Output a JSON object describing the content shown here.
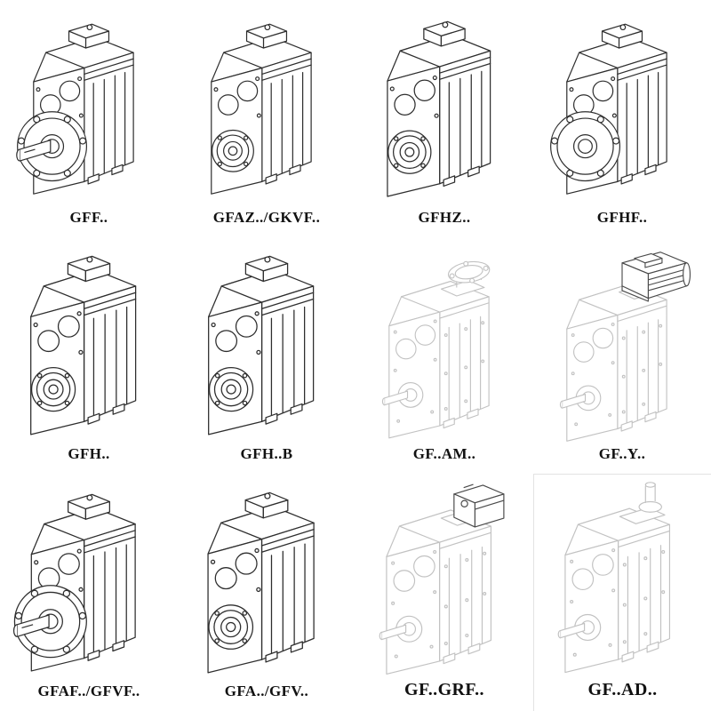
{
  "grid": {
    "cells": [
      {
        "label": "GFF..",
        "drawing": "gearbox-flange-with-shaft-icon"
      },
      {
        "label": "GFAZ../GKVF..",
        "drawing": "gearbox-hollow-shaft-icon"
      },
      {
        "label": "GFHZ..",
        "drawing": "gearbox-hollow-shaft-icon"
      },
      {
        "label": "GFHF..",
        "drawing": "gearbox-flange-hollow-icon"
      },
      {
        "label": "GFH..",
        "drawing": "gearbox-hollow-shaft-icon"
      },
      {
        "label": "GFH..B",
        "drawing": "gearbox-hollow-shaft-icon"
      },
      {
        "label": "GF..AM..",
        "drawing": "gearbox-motor-adapter-flange-icon"
      },
      {
        "label": "GF..Y..",
        "drawing": "gearbox-with-motor-icon"
      },
      {
        "label": "GFAF../GFVF..",
        "drawing": "gearbox-flange-with-shaft-icon"
      },
      {
        "label": "GFA../GFV..",
        "drawing": "gearbox-hollow-shaft-icon"
      },
      {
        "label": "GF..GRF..",
        "drawing": "gearbox-square-adapter-icon"
      },
      {
        "label": "GF..AD..",
        "drawing": "gearbox-input-shaft-adapter-icon"
      }
    ]
  },
  "colors": {
    "line_dark": "#2e2e2e",
    "line_light": "#c2c2c2",
    "attachment_dark": "#4a4a4a",
    "background": "#ffffff",
    "label": "#111111"
  }
}
